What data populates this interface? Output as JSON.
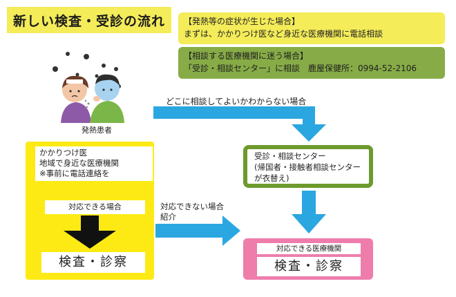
{
  "title": "新しい検査・受診の流れ",
  "info": {
    "fever": {
      "heading": "【発熱等の症状が生じた場合】",
      "body": "まずは、かかりつけ医など身近な医療機関に電話相談"
    },
    "unsure": {
      "heading": "【相談する医療機関に迷う場合】",
      "body": "「受診・相談センター」に相談　鹿屋保健所：0994-52-2106"
    }
  },
  "patient_label": "発熱患者",
  "top_arrow_label": "どこに相談してよいかわからない場合",
  "left": {
    "lines": [
      "かかりつけ医",
      "地域で身近な医療機関",
      "※事前に電話連絡を"
    ],
    "can_label": "対応できる場合",
    "exam": "検査・診察"
  },
  "mid_arrow_label": [
    "対応できない場合",
    "紹介"
  ],
  "center": {
    "lines": [
      "受診・相談センター",
      "(帰国者・接触者相談センター",
      "が衣替え)"
    ]
  },
  "right": {
    "label": "対応できる医療機関",
    "exam": "検査・診察"
  },
  "colors": {
    "yellow": "#f4ec58",
    "yellow_box": "#fdea14",
    "green": "#87ac47",
    "green_border": "#6d9a2d",
    "blue_arrow": "#2aa7e0",
    "pink": "#ee7dac",
    "black_arrow": "#111111"
  }
}
